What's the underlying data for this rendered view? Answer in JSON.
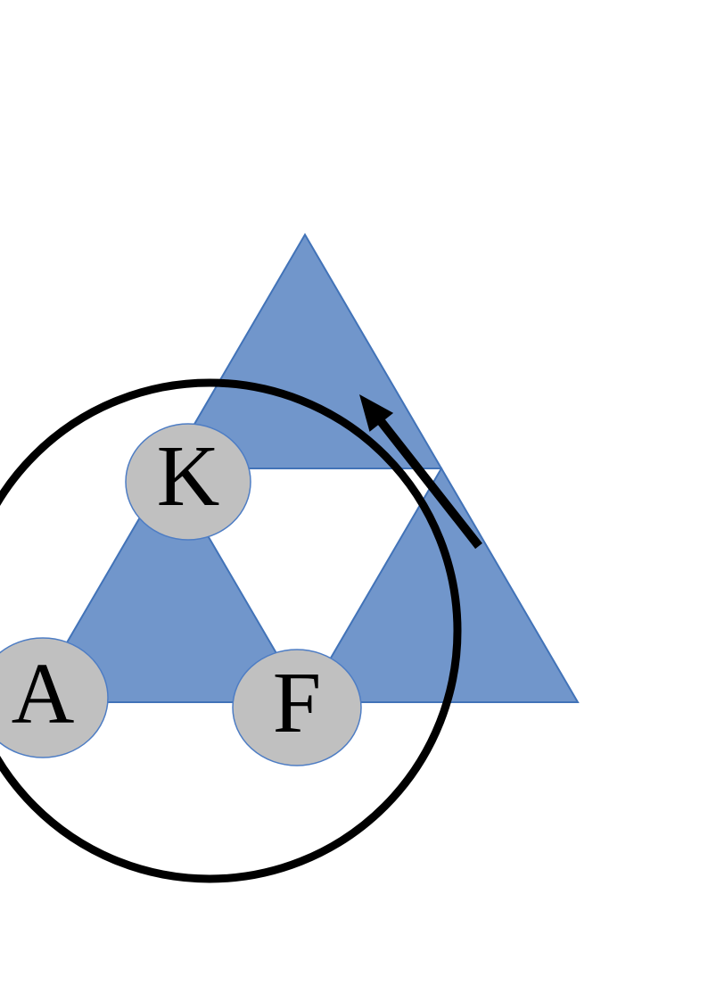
{
  "diagram": {
    "nodes": [
      {
        "id": "K",
        "label": "K"
      },
      {
        "id": "A",
        "label": "A"
      },
      {
        "id": "F",
        "label": "F"
      }
    ]
  },
  "colors": {
    "background": "#FFFFFF",
    "triangle_fill": "#7196CB",
    "triangle_border": "#4273B8",
    "node_fill": "#C0C0C0",
    "node_border": "#4E7DC4",
    "circle_color": "#000000",
    "arrow_color": "#000000",
    "label_color": "#000000"
  }
}
